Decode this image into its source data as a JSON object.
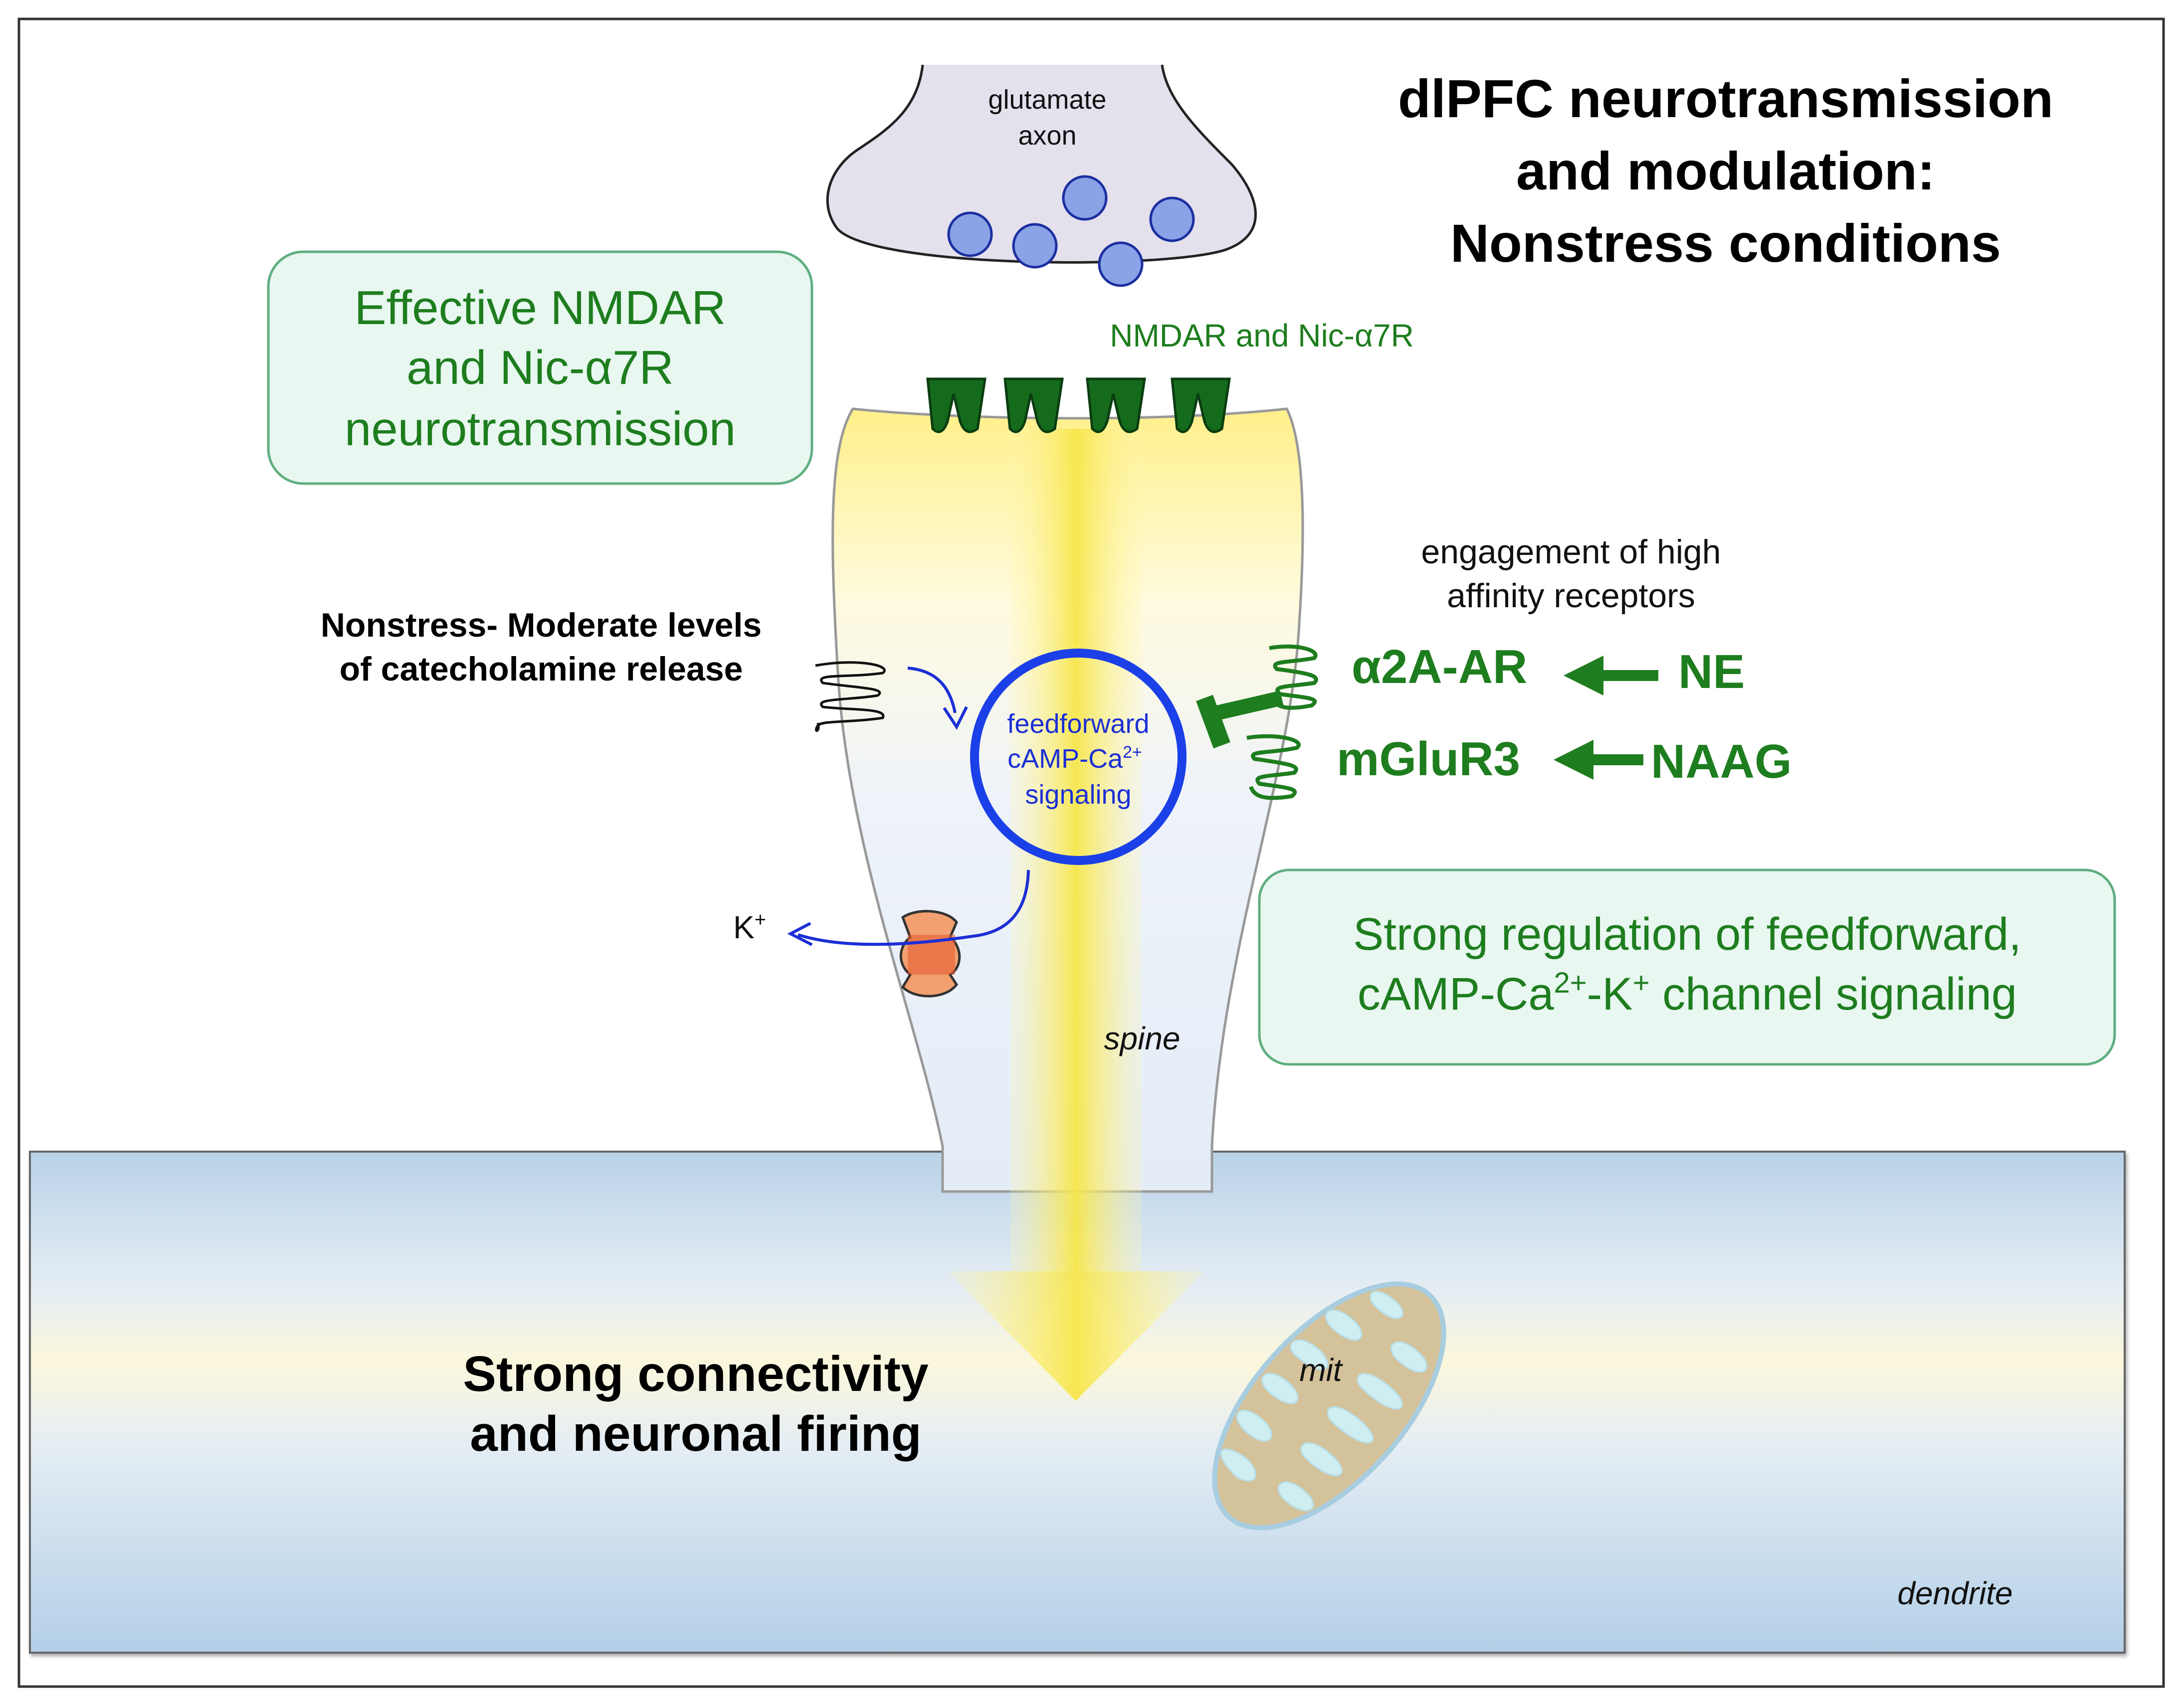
{
  "title": {
    "line1": "dlPFC neurotransmission",
    "line2": "and modulation:",
    "line3": "Nonstress conditions"
  },
  "axon": {
    "line1": "glutamate",
    "line2": "axon"
  },
  "receptors_label": "NMDAR and Nic-α7R",
  "effective_box": {
    "line1": "Effective NMDAR",
    "line2": "and Nic-α7R",
    "line3": "neurotransmission"
  },
  "nonstress": {
    "line1": "Nonstress- Moderate levels",
    "line2": "of catecholamine release"
  },
  "engagement": {
    "line1": "engagement of high",
    "line2": "affinity receptors"
  },
  "signaling": {
    "line1": "feedforward",
    "line2_base": "cAMP-Ca",
    "line2_sup": "2+",
    "line3": "signaling"
  },
  "a2a_label": "α2A-AR",
  "ne_label": "NE",
  "mglur3_label": "mGluR3",
  "naag_label": "NAAG",
  "k_label": {
    "base": "K",
    "sup": "+"
  },
  "regulation_box": {
    "line1": "Strong regulation of feedforward,",
    "line2_a": "cAMP-Ca",
    "line2_sup1": "2+",
    "line2_b": "-K",
    "line2_sup2": "+",
    "line2_c": " channel signaling"
  },
  "spine_label": "spine",
  "outcome": {
    "line1": "Strong connectivity",
    "line2": "and neuronal firing"
  },
  "mit_label": "mit",
  "dendrite_label": "dendrite",
  "colors": {
    "green": "#1e7d1e",
    "blue": "#1b2fd6",
    "box_fill": "#e8f7f0",
    "box_stroke": "#5fae80",
    "spine_yellow": "#fff3a6",
    "dendrite_blue": "#b9d2e8",
    "vesicle": "#8aa2e6"
  }
}
